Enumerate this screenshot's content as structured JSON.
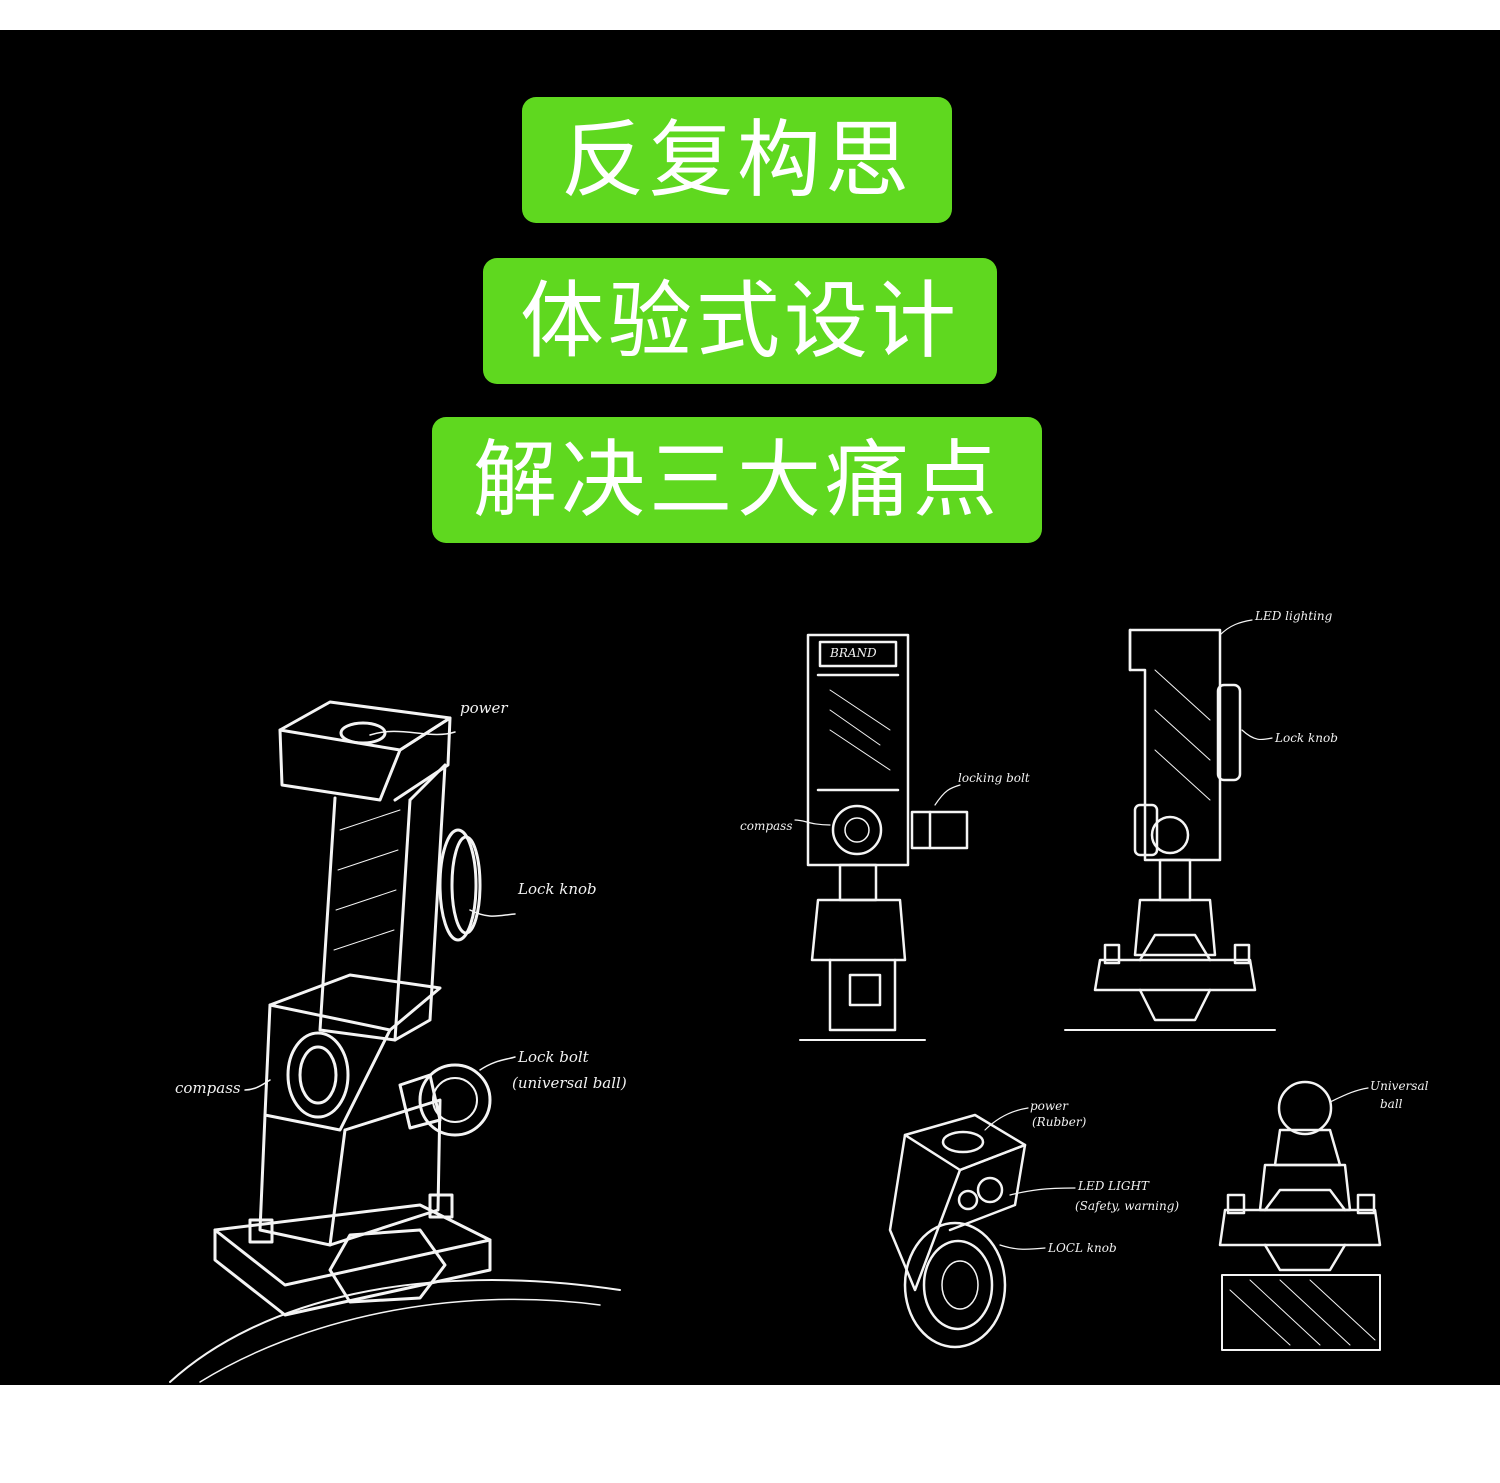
{
  "headings": [
    "反复构思",
    "体验式设计",
    "解决三大痛点"
  ],
  "sketch_labels": {
    "main": {
      "power": "power",
      "lock_knob": "Lock knob",
      "compass": "compass",
      "lock_bolt": "Lock bolt",
      "universal_ball": "(universal ball)"
    },
    "front": {
      "brand": "BRAND",
      "compass": "compass",
      "locking_bolt": "locking bolt"
    },
    "side": {
      "led_lighting": "LED lighting",
      "lock_knob": "Lock knob"
    },
    "small_left": {
      "power": "power",
      "rubber": "(Rubber)",
      "led_light": "LED LIGHT",
      "safety_warning": "(Safety, warning)",
      "lock_knob": "LOCL knob"
    },
    "small_right": {
      "universal": "Universal",
      "ball": "ball"
    }
  },
  "colors": {
    "badge": "#5fd81f",
    "badge_text": "#ffffff",
    "background": "#000000",
    "sketch": "#f4f4f4"
  }
}
